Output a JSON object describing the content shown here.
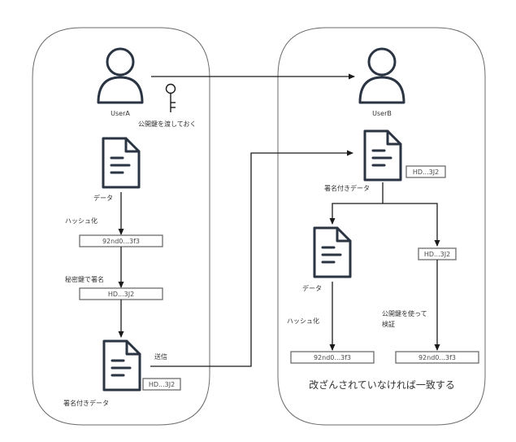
{
  "left_panel": {
    "user_label": "UserA",
    "key_caption": "公開鍵を渡しておく",
    "doc_label": "データ",
    "hash_step_label": "ハッシュ化",
    "hash_value": "92nd0...3f3",
    "sign_step_label": "秘密鍵で署名",
    "signature_value": "HD...3J2",
    "signed_doc_label": "署名付きデータ",
    "signed_doc_signature": "HD...3J2",
    "send_label": "送信"
  },
  "right_panel": {
    "user_label": "UserB",
    "signed_doc_label": "署名付きデータ",
    "signed_doc_signature": "HD...3J2",
    "doc_label": "データ",
    "hash_step_label": "ハッシュ化",
    "signature_value": "HD...3J2",
    "verify_step_label_line1": "公開鍵を使って",
    "verify_step_label_line2": "検証",
    "hash_value_left": "92nd0...3f3",
    "hash_value_right": "92nd0...3f3",
    "conclusion": "改ざんされていなければ一致する"
  },
  "icons": {
    "user": "user-icon",
    "key": "key-icon",
    "document": "document-icon"
  }
}
